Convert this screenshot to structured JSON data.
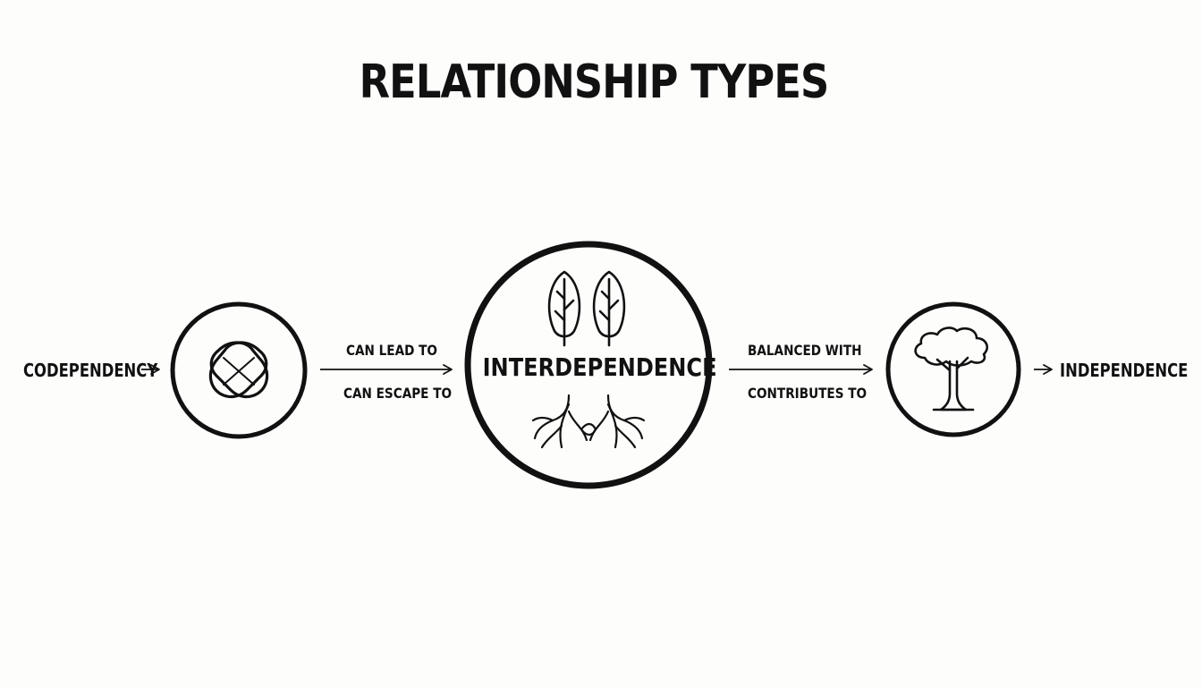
{
  "title": "RELATIONSHIP TYPES",
  "nodes": {
    "start": {
      "label": "CODEPENDENCY",
      "icon": "knot-icon"
    },
    "center": {
      "label": "INTERDEPENDENCE",
      "icon": "trees-roots-icon"
    },
    "end_icon": {
      "icon": "tree-icon"
    },
    "end": {
      "label": "INDEPENDENCE"
    }
  },
  "edges": {
    "left_top": "CAN LEAD TO",
    "left_bottom": "CAN ESCAPE TO",
    "right_top": "BALANCED WITH",
    "right_bottom": "CONTRIBUTES TO"
  },
  "colors": {
    "ink": "#111111",
    "background": "#fdfdfc"
  }
}
